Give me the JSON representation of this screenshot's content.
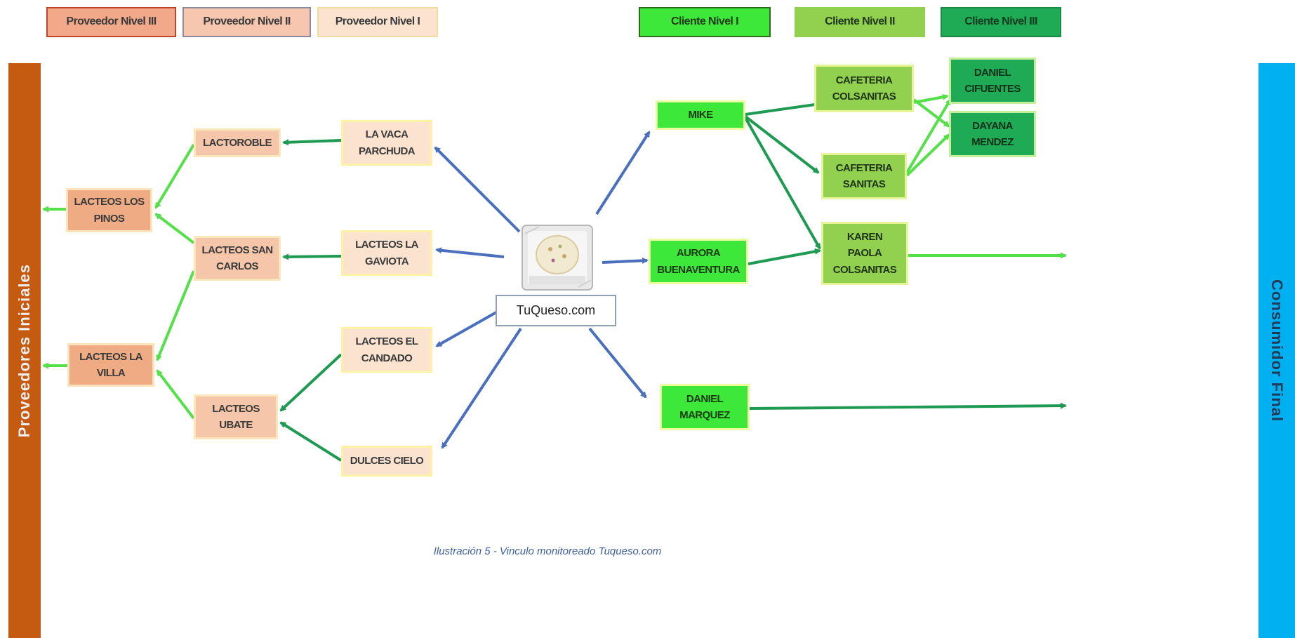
{
  "legend": {
    "prov_n3": "Proveedor Nivel  III",
    "prov_n2": "Proveedor Nivel  II",
    "prov_n1": "Proveedor Nivel I",
    "cli_n1": "Cliente Nivel  I",
    "cli_n2": "Cliente Nivel  II",
    "cli_n3": "Cliente Nivel III"
  },
  "side_labels": {
    "left": "Proveedores Iniciales",
    "right": "Consumidor Final"
  },
  "center": {
    "brand": "TuQueso.com"
  },
  "suppliers": {
    "lactoroble": "LACTOROBLE",
    "lacteos_pinos": [
      "LACTEOS LOS",
      "PINOS"
    ],
    "lacteos_san_carlos": [
      "LACTEOS SAN",
      "CARLOS"
    ],
    "lacteos_villa": [
      "LACTEOS LA",
      "VILLA"
    ],
    "lacteos_ubate": [
      "LACTEOS",
      "UBATE"
    ],
    "vaca_parchuda": [
      "LA VACA",
      "PARCHUDA"
    ],
    "lacteos_gaviota": [
      "LACTEOS LA",
      "GAVIOTA"
    ],
    "lacteos_candado": [
      "LACTEOS EL",
      "CANDADO"
    ],
    "dulces_cielo": "DULCES CIELO"
  },
  "clients": {
    "mike": "MIKE",
    "aurora": [
      "AURORA",
      "BUENAVENTURA"
    ],
    "daniel_marquez": [
      "DANIEL",
      "MARQUEZ"
    ],
    "cafeteria_colsanitas": [
      "CAFETERIA",
      "COLSANITAS"
    ],
    "cafeteria_sanitas": [
      "CAFETERIA",
      "SANITAS"
    ],
    "karen": [
      "KAREN",
      "PAOLA",
      "COLSANITAS"
    ],
    "daniel_cifuentes": [
      "DANIEL",
      "CIFUENTES"
    ],
    "dayana_mendez": [
      "DAYANA",
      "MENDEZ"
    ]
  },
  "caption": "Ilustración 5 - Vinculo monitoreado Tuqueso.com",
  "colors": {
    "blue_arrow": "#4a6fbd",
    "dark_green_arrow": "#1e9a52",
    "light_green_arrow": "#55e04a"
  }
}
